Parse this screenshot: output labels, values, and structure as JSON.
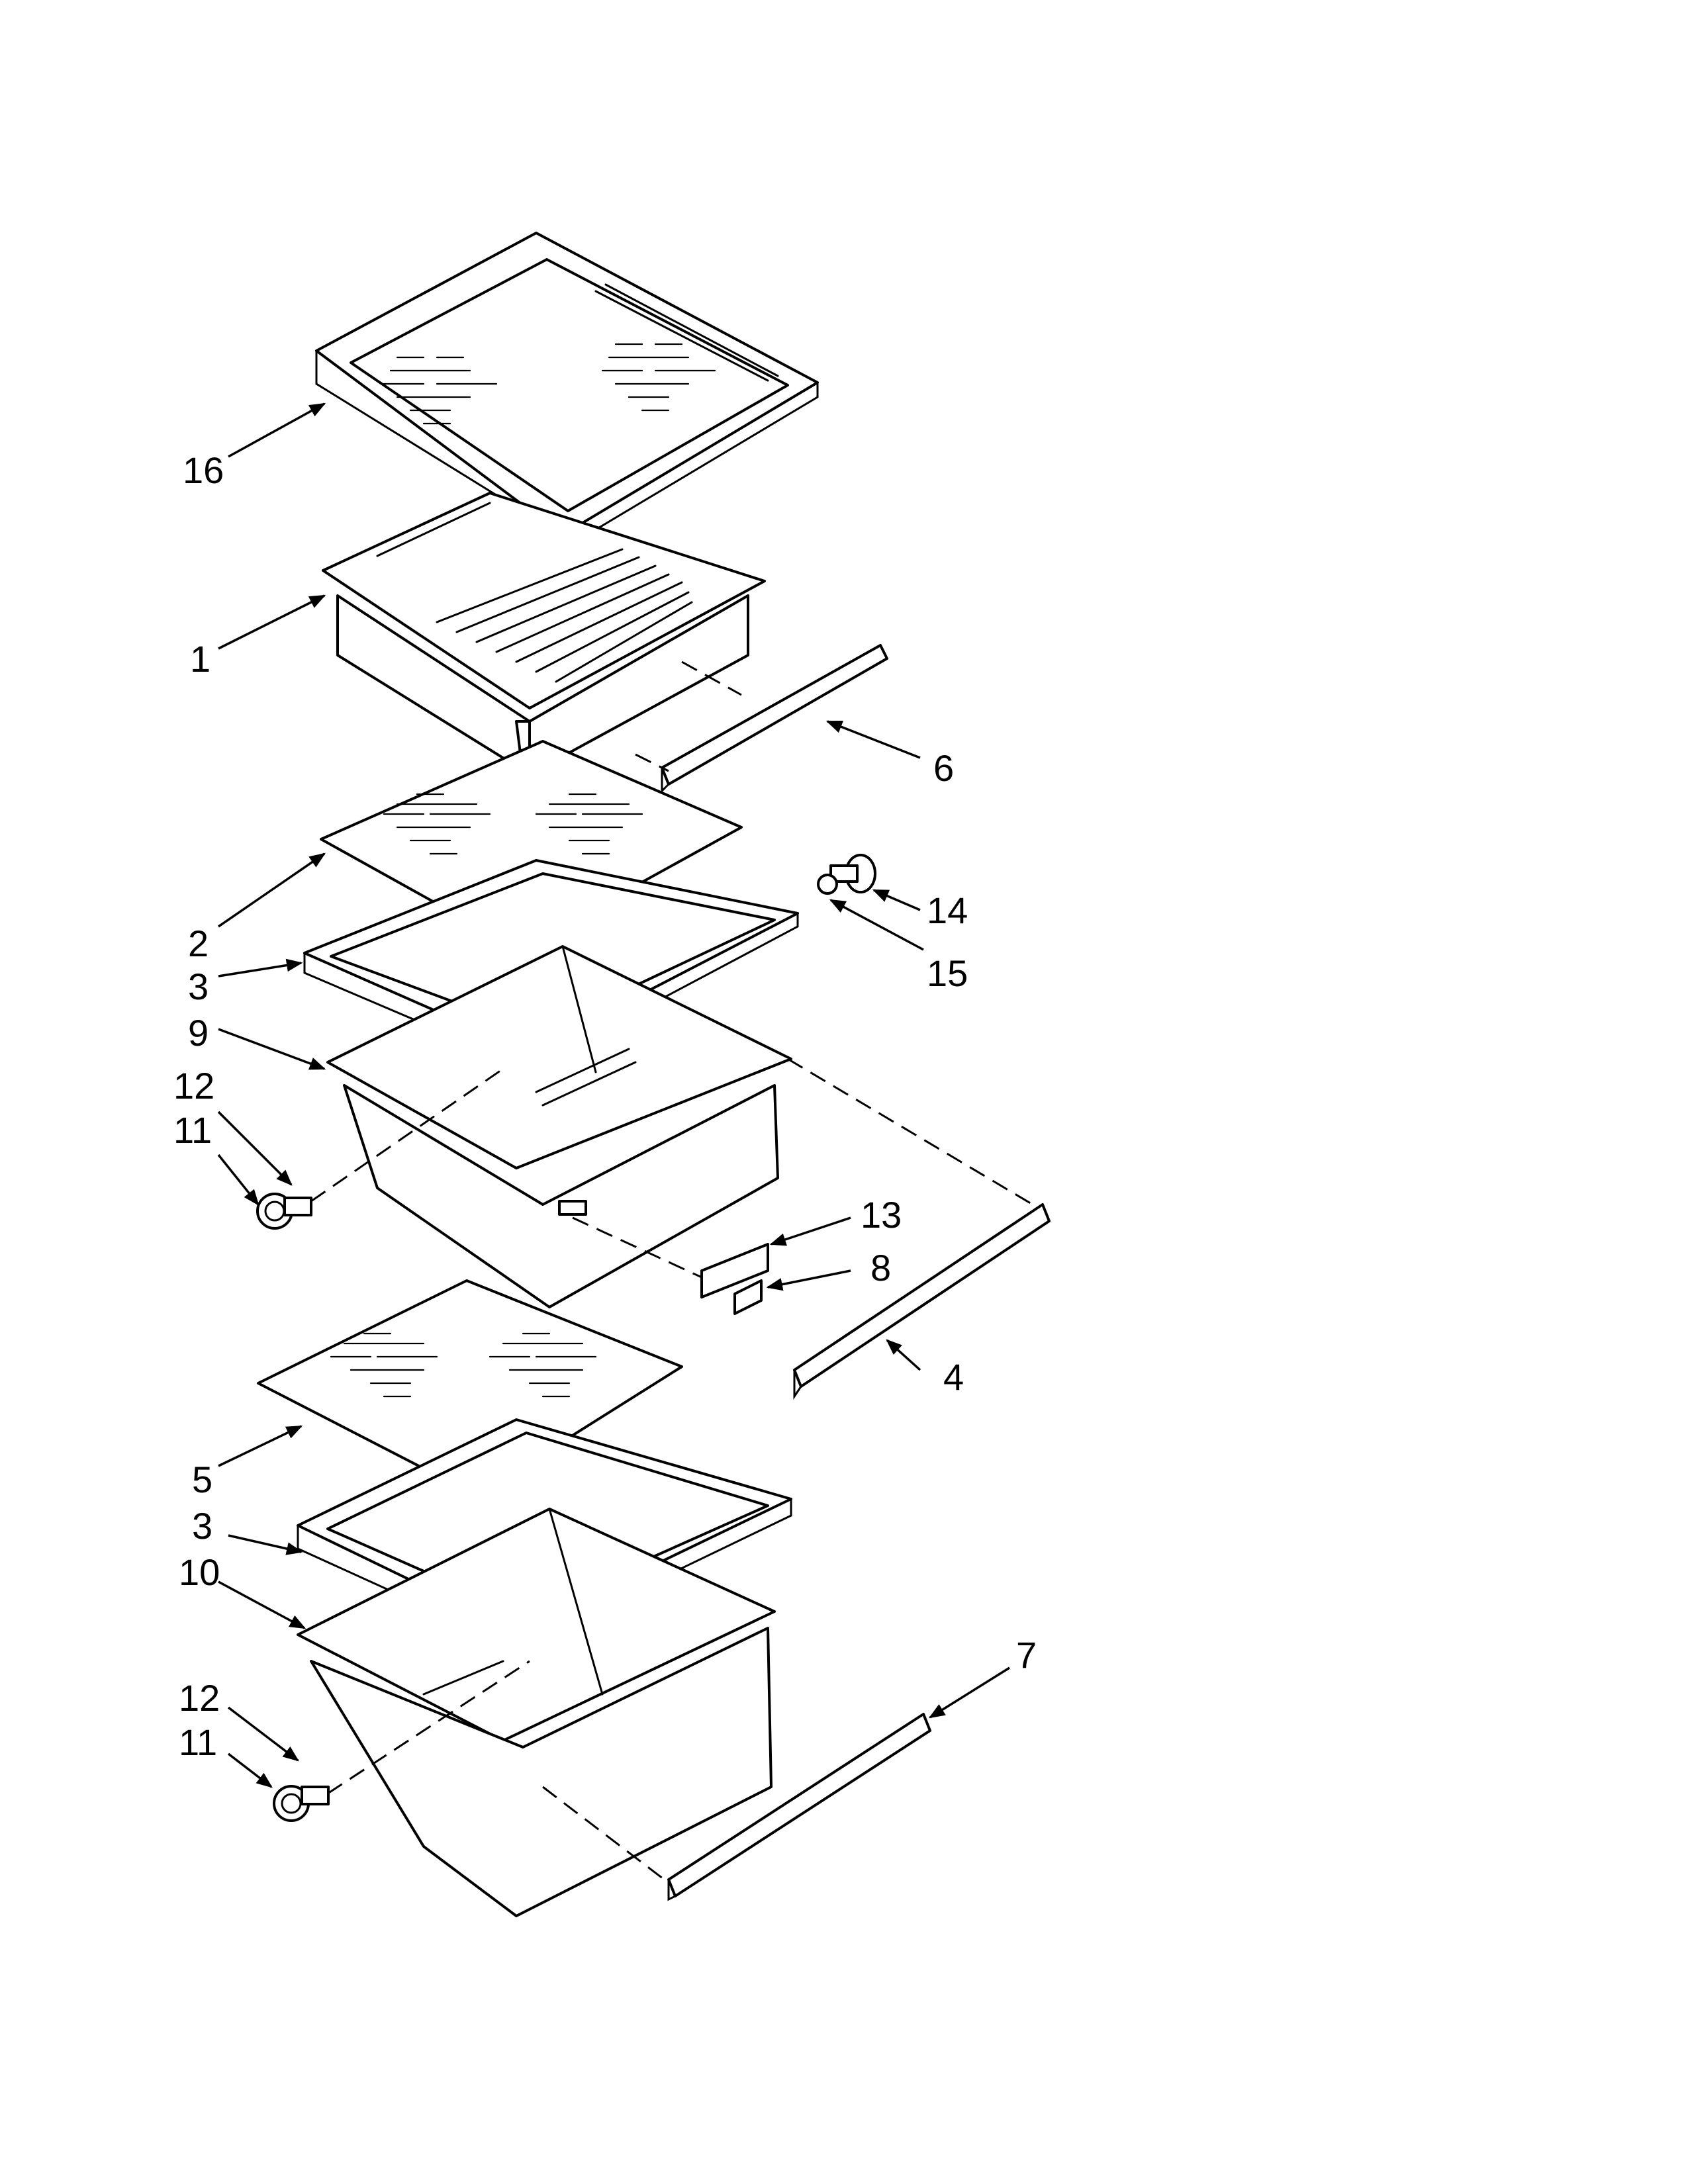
{
  "callouts": [
    {
      "id": "c16a",
      "label": "16"
    },
    {
      "id": "c1",
      "label": "1"
    },
    {
      "id": "c6",
      "label": "6"
    },
    {
      "id": "c14",
      "label": "14"
    },
    {
      "id": "c15",
      "label": "15"
    },
    {
      "id": "c2",
      "label": "2"
    },
    {
      "id": "c3a",
      "label": "3"
    },
    {
      "id": "c9",
      "label": "9"
    },
    {
      "id": "c12a",
      "label": "12"
    },
    {
      "id": "c11a",
      "label": "11"
    },
    {
      "id": "c13",
      "label": "13"
    },
    {
      "id": "c8",
      "label": "8"
    },
    {
      "id": "c4",
      "label": "4"
    },
    {
      "id": "c5",
      "label": "5"
    },
    {
      "id": "c3b",
      "label": "3"
    },
    {
      "id": "c10",
      "label": "10"
    },
    {
      "id": "c7",
      "label": "7"
    },
    {
      "id": "c12b",
      "label": "12"
    },
    {
      "id": "c11b",
      "label": "11"
    }
  ]
}
